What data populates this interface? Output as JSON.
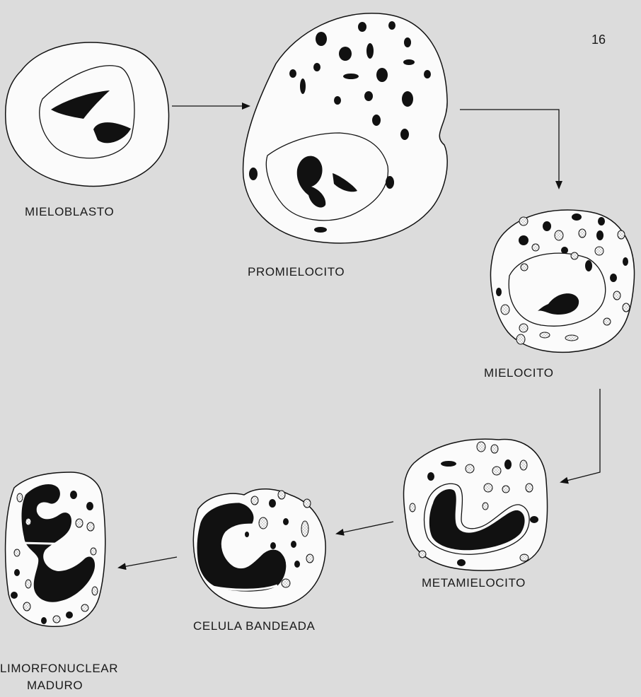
{
  "page_number": "16",
  "stages": [
    {
      "key": "mieloblasto",
      "label": "MIELOBLASTO"
    },
    {
      "key": "promielocito",
      "label": "PROMIELOCITO"
    },
    {
      "key": "mielocito",
      "label": "MIELOCITO"
    },
    {
      "key": "metamielocito",
      "label": "METAMIELOCITO"
    },
    {
      "key": "celula_bandeada",
      "label": "CELULA BANDEADA"
    },
    {
      "key": "polimorfonuclear",
      "label_line1": "LIMORFONUCLEAR",
      "label_line2": "MADURO"
    }
  ],
  "colors": {
    "background": "#dcdcdc",
    "cell_fill": "#fbfbfb",
    "ink": "#111111",
    "granule_light": "#d9d9d9"
  }
}
